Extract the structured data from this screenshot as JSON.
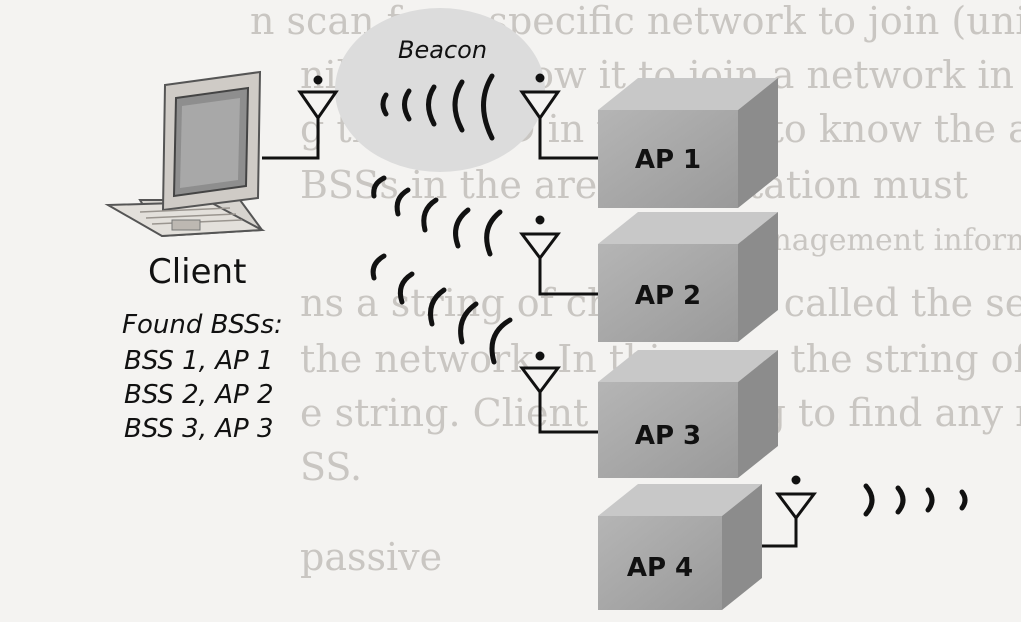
{
  "background_text": [
    "n scan for a specific network to join (unidirected)",
    "nilling to allow it to join a network in those areas",
    "g the BSSID in the area to know the area because of",
    "BSSs in the area. The station must",
    "layer management information; a physical",
    "ns a string of characters called the service. Most",
    "the network. In this case the string of the BSS cons",
    "e string. Client is looking to find any network that",
    "SS.",
    "passive"
  ],
  "labels": {
    "beacon": "Beacon",
    "client": "Client",
    "found_title": "Found BSSs:",
    "found_items": [
      "BSS 1, AP 1",
      "BSS 2, AP 2",
      "BSS 3, AP 3"
    ]
  },
  "access_points": [
    {
      "label": "AP 1"
    },
    {
      "label": "AP 2"
    },
    {
      "label": "AP 3"
    },
    {
      "label": "AP 4"
    }
  ],
  "colors": {
    "cube_front": "#a9a9a9",
    "cube_top": "#c8c8c8",
    "cube_side": "#8c8c8c",
    "cloud": "#dcdcdc",
    "ink": "#111111",
    "background_text": "#c9c6c2"
  }
}
